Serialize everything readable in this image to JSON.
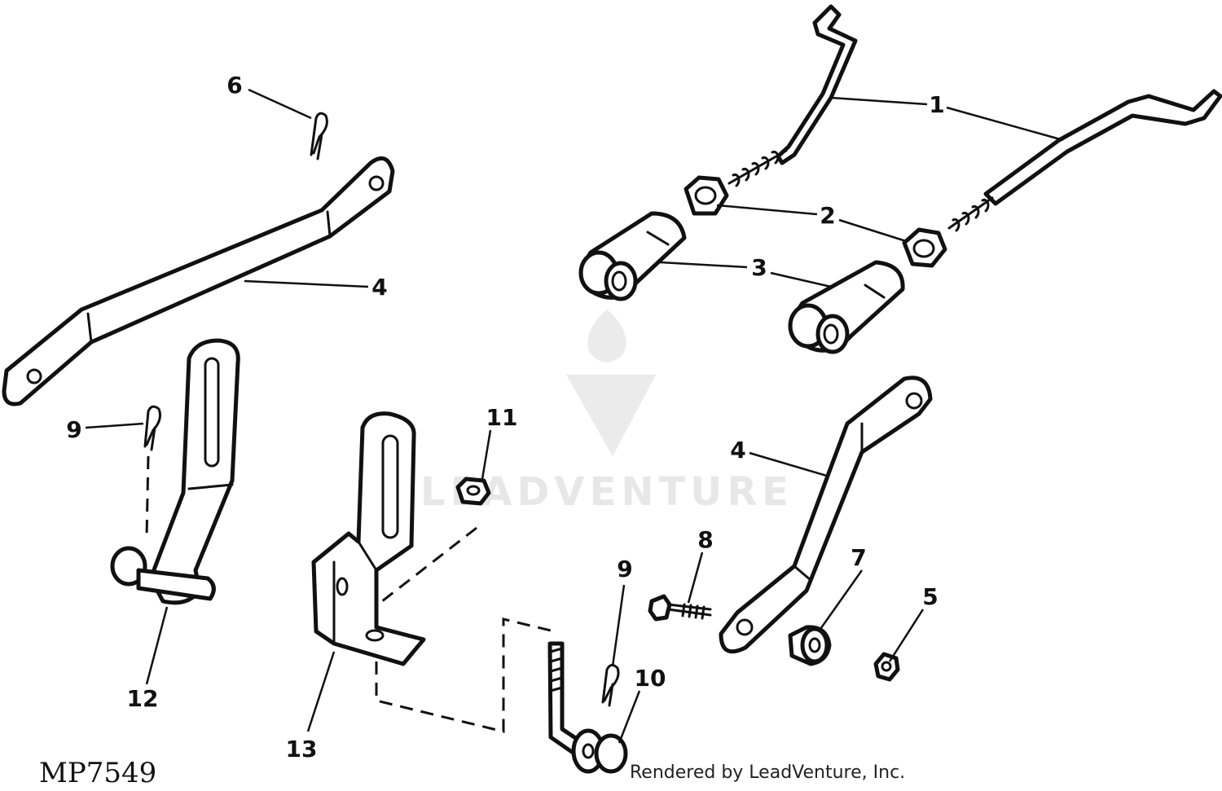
{
  "diagram": {
    "figure_id": "MP7549",
    "credit": "Rendered by LeadVenture, Inc.",
    "watermark": "LEADVENTURE",
    "callouts": [
      {
        "id": "c1",
        "label": "1"
      },
      {
        "id": "c2",
        "label": "2"
      },
      {
        "id": "c3",
        "label": "3"
      },
      {
        "id": "c4a",
        "label": "4"
      },
      {
        "id": "c4b",
        "label": "4"
      },
      {
        "id": "c5",
        "label": "5"
      },
      {
        "id": "c6",
        "label": "6"
      },
      {
        "id": "c7",
        "label": "7"
      },
      {
        "id": "c8",
        "label": "8"
      },
      {
        "id": "c9a",
        "label": "9"
      },
      {
        "id": "c9b",
        "label": "9"
      },
      {
        "id": "c10",
        "label": "10"
      },
      {
        "id": "c11",
        "label": "11"
      },
      {
        "id": "c12",
        "label": "12"
      },
      {
        "id": "c13",
        "label": "13"
      }
    ]
  }
}
